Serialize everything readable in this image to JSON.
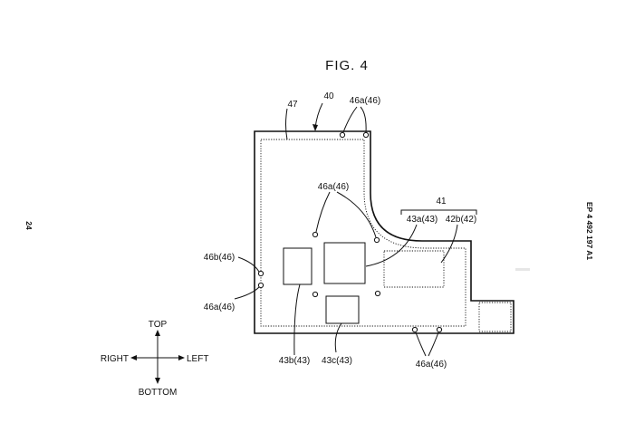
{
  "figure": {
    "title": "FIG. 4",
    "page_number": "24",
    "publication_id": "EP 4 492 197 A1"
  },
  "labels": {
    "board": "40",
    "dotted_region": "47",
    "region_group": "41",
    "hole_top": "46a(46)",
    "hole_center": "46a(46)",
    "hole_left_b": "46b(46)",
    "hole_left_a": "46a(46)",
    "hole_bottom": "46a(46)",
    "chip_a": "43a(43)",
    "area_b": "42b(42)",
    "chip_b": "43b(43)",
    "chip_c": "43c(43)"
  },
  "directions": {
    "top": "TOP",
    "bottom": "BOTTOM",
    "left": "LEFT",
    "right": "RIGHT"
  }
}
